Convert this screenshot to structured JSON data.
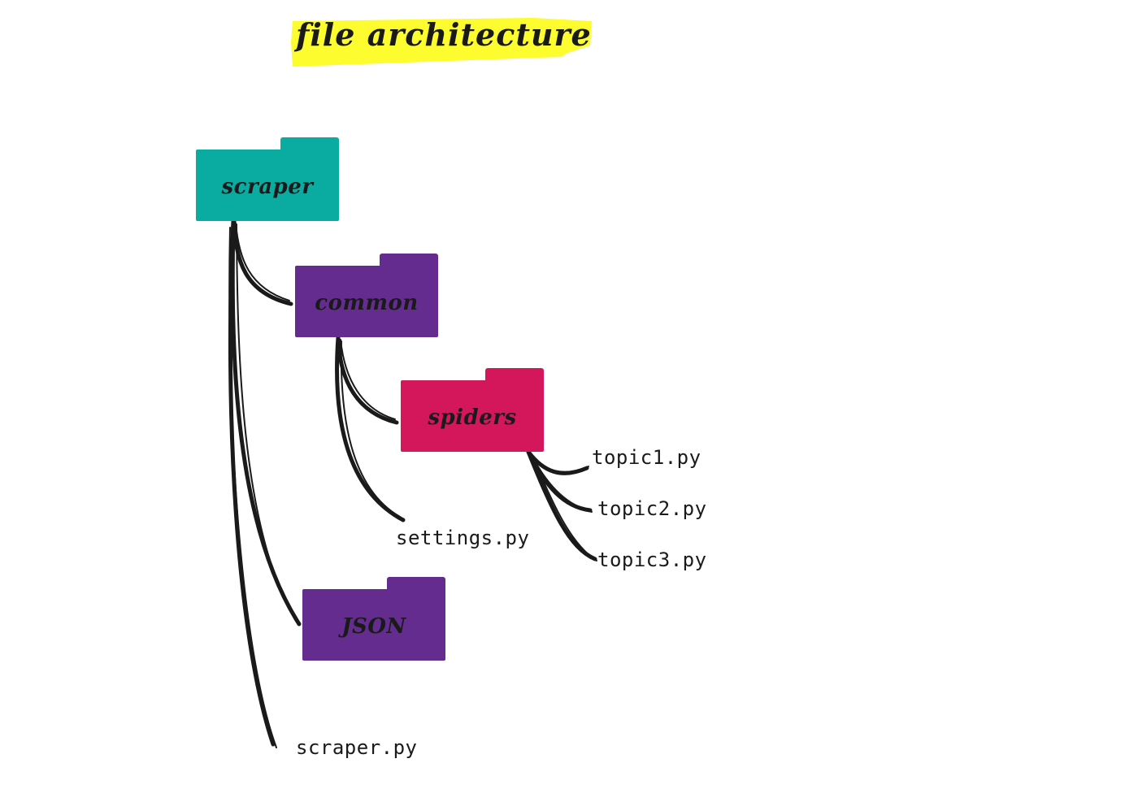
{
  "title": "file architecture",
  "colors": {
    "highlight": "#fdfc2f",
    "scraper": "#0aaba0",
    "common": "#652c8f",
    "spiders": "#d4175a",
    "json": "#652c8f",
    "line": "#1a1a1a"
  },
  "folders": {
    "scraper": "scraper",
    "common": "common",
    "spiders": "spiders",
    "json": "JSON"
  },
  "files": {
    "topic1": "topic1.py",
    "topic2": "topic2.py",
    "topic3": "topic3.py",
    "settings": "settings.py",
    "scraper_py": "scraper.py"
  }
}
